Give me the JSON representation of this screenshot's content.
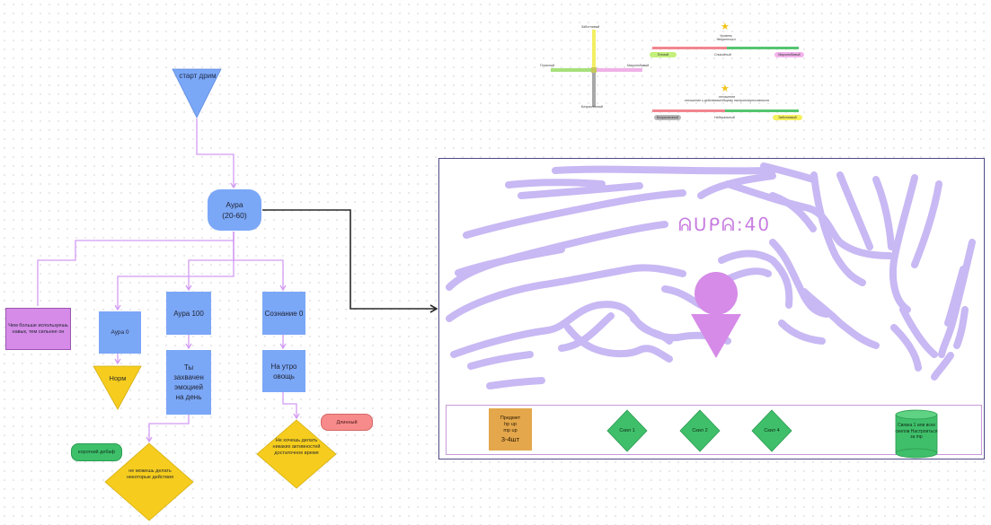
{
  "flowchart": {
    "start": {
      "line1": "старт",
      "line2": "дрим"
    },
    "aura": {
      "line1": "Аура",
      "line2": "(20-60)"
    },
    "purple_note": "Чем больше используешь навык, тем сильнее он",
    "aura0": "Аура 0",
    "aura100": "Аура 100",
    "consciousness0": "Сознание 0",
    "norm": "Норм",
    "emotion": "Ты захвачен эмоцией на день",
    "morning": "На утро овощь",
    "short_debuff": "короткий дебаф",
    "long": "Длинный",
    "cant_act": "не можешь делать некоторые действия",
    "dont_want": "Не хочешь делать никаких активностей достаточное время"
  },
  "axes": {
    "top": "Заботливый",
    "bottom": "Безразличный",
    "left": "Плохочий",
    "right": "Миролюбивый"
  },
  "scales": {
    "scale1": {
      "title_line1": "Уровень",
      "title_line2": "Уверенности",
      "left": "Плохой",
      "middle": "Спокойный",
      "right": "Миролюбивый"
    },
    "scale2": {
      "title_line1": "отношение",
      "title_line2": "отношение к действиям/общему настрою/агрессивности",
      "left": "Безразличный",
      "middle": "Нейтральный",
      "right": "Заботливый"
    }
  },
  "game_screen": {
    "aura_label": "ᕱᑌᑭᕱ:40",
    "item": {
      "line1": "Предмет",
      "line2": "hp up",
      "line3": "mp up",
      "qty": "3-4шт"
    },
    "skill1": "Скил 1",
    "skill2": "Скил 2",
    "skill3": "Скил 4",
    "cylinder": "Связка 1 или всех скилов Настроиться за mp"
  },
  "colors": {
    "connector": "#d29bf3",
    "arrow": "#2a2a2a",
    "node_blue": "#7ba7f7",
    "decision_yellow": "#f6cd1e",
    "skill_green": "#40bf6a",
    "scribble": "#c8b8f3",
    "character": "#d58be7"
  }
}
